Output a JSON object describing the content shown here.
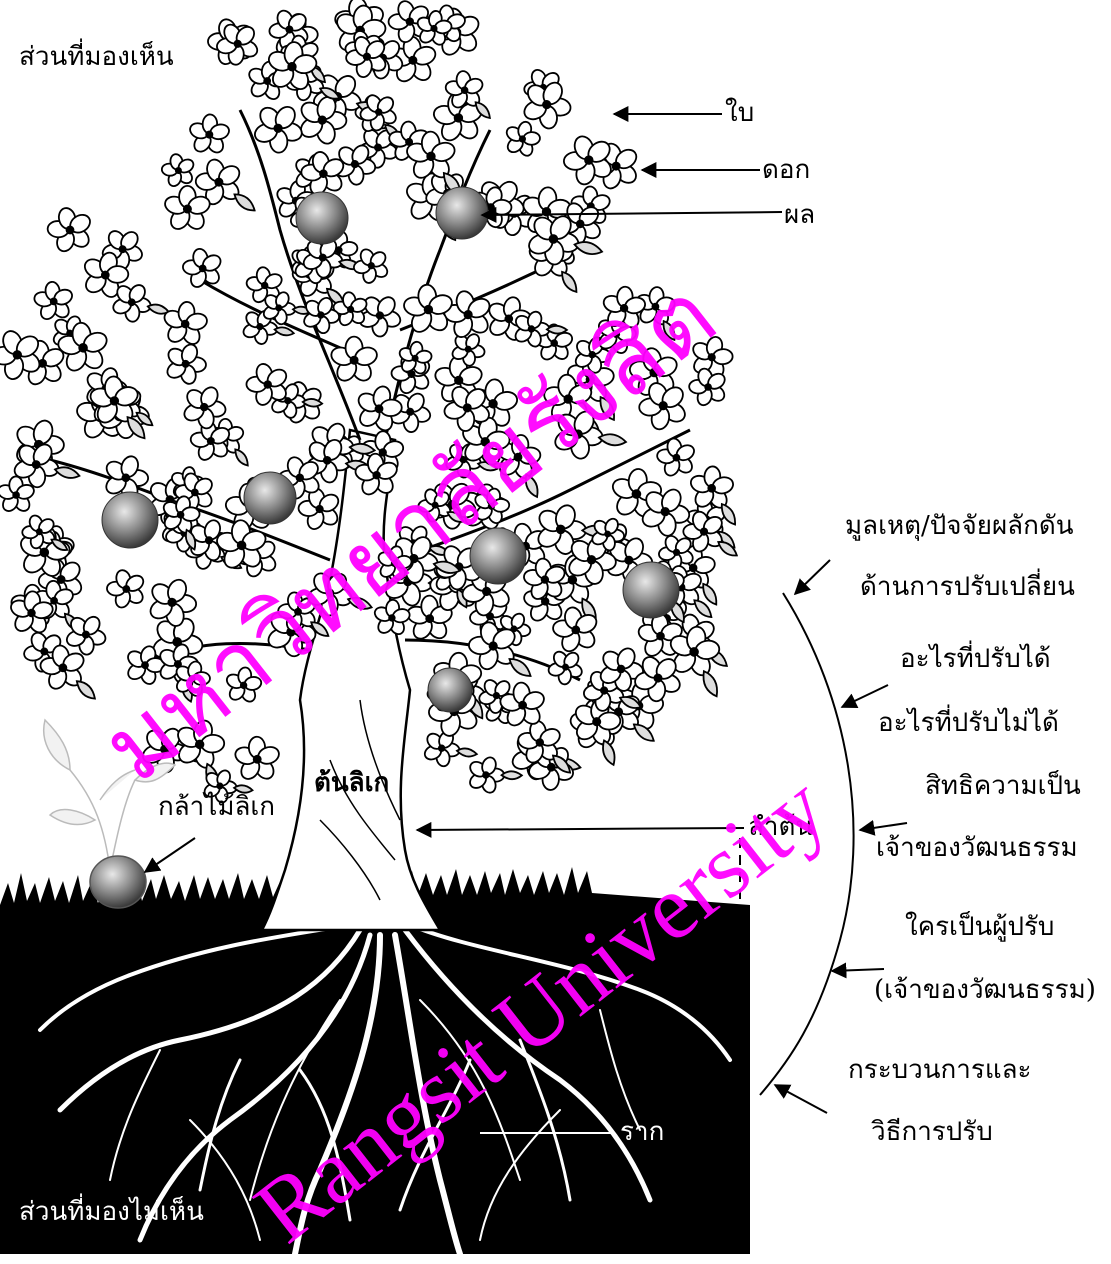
{
  "labels": {
    "visible_part": "ส่วนที่มองเห็น",
    "invisible_part": "ส่วนที่มองไม่เห็น",
    "leaf": "ใบ",
    "flower": "ดอก",
    "fruit": "ผล",
    "tree_name": "ต้นลิเก",
    "seedling": "กล้าไม้ลิเก",
    "trunk": "ลำต้น",
    "root": "ราก"
  },
  "side_notes": [
    {
      "line1": "มูลเหตุ/ปัจจัยผลักดัน",
      "line2": "ด้านการปรับเปลี่ยน"
    },
    {
      "line1": "อะไรที่ปรับได้",
      "line2": "อะไรที่ปรับไม่ได้"
    },
    {
      "line1": "สิทธิความเป็น",
      "line2": "เจ้าของวัฒนธรรม"
    },
    {
      "line1": "ใครเป็นผู้ปรับ",
      "line2": "(เจ้าของวัฒนธรรม)"
    },
    {
      "line1": "กระบวนการและ",
      "line2": "วิธีการปรับ"
    }
  ],
  "watermark": {
    "line1": "มหาวิทยาลัยรังสิต",
    "line2": "Rangsit University",
    "color": "#ff00ff"
  },
  "colors": {
    "ground": "#000000",
    "ink": "#000000",
    "root": "#ffffff"
  }
}
